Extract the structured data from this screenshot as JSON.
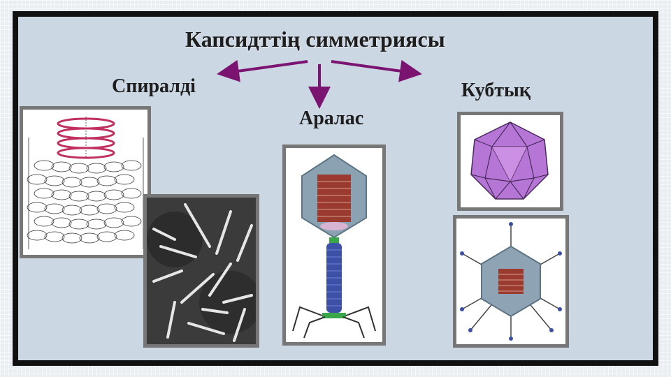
{
  "slide": {
    "title": "Капсидттің симметриясы",
    "labels": {
      "spiral": "Спиралді",
      "mixed": "Аралас",
      "cubic": "Кубтық"
    }
  },
  "colors": {
    "arrow": "#7b1470",
    "frame": "#111111",
    "slide_background": "#ccd7e4"
  }
}
